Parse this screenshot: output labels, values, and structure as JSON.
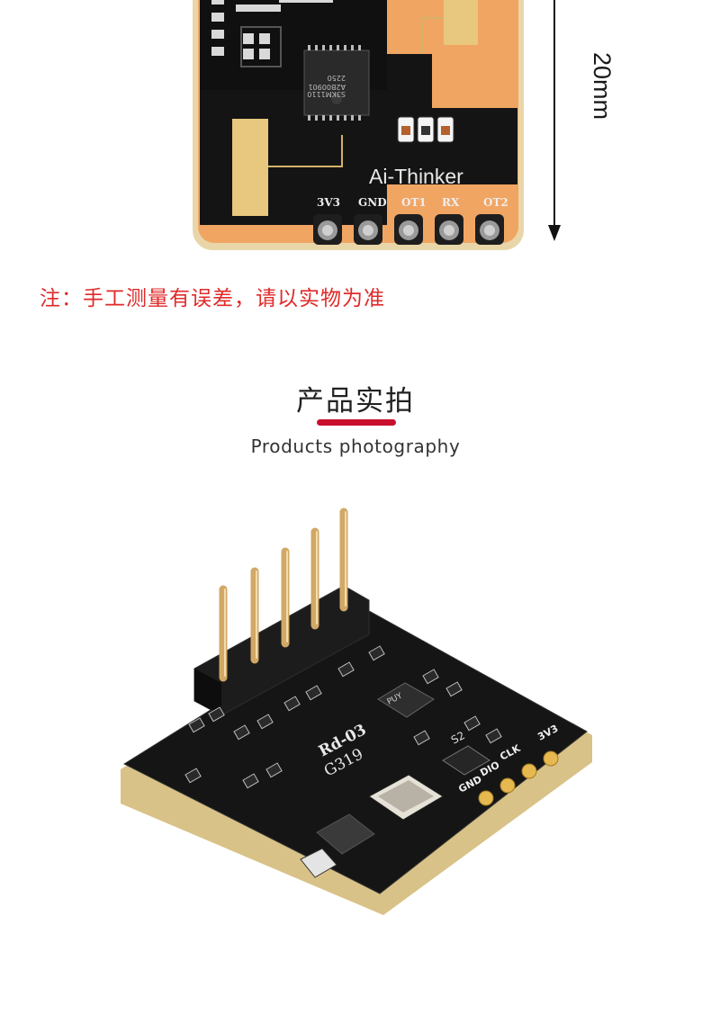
{
  "dimension": {
    "label": "20mm"
  },
  "top_board": {
    "brand": "Ai-Thinker",
    "chip_marking": [
      "2250",
      "A2B00901",
      "S3KM1110"
    ],
    "pins": [
      "3V3",
      "GND",
      "OT1",
      "RX",
      "OT2"
    ]
  },
  "note": {
    "text": "注：手工测量有误差，请以实物为准"
  },
  "section": {
    "title": "产品实拍",
    "subtitle": "Products photography"
  },
  "bottom_board": {
    "model": "Rd-03",
    "batch": "G319",
    "chip_marking": "PUY",
    "component_label": "S2",
    "pins": [
      "3V3",
      "CLK",
      "DIO",
      "GND"
    ]
  },
  "colors": {
    "accent_bar": "#c8102e",
    "note_red": "#e02a2a",
    "pcb_black": "#111111",
    "copper": "#f3a866"
  }
}
